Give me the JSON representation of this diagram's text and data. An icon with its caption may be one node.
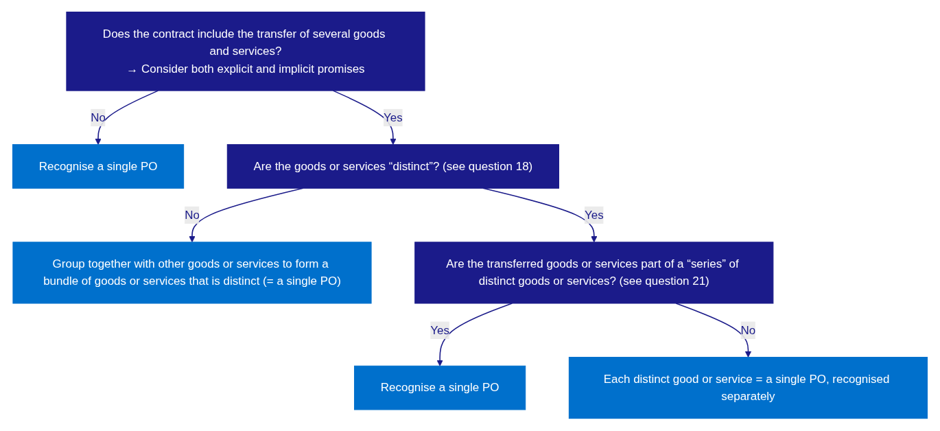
{
  "diagram": {
    "nodes": [
      {
        "text": [
          "Does the contract include the transfer of several goods and services?",
          "→ Consider both explicit and implicit promises"
        ]
      },
      {
        "text": [
          "Recognise a single PO"
        ]
      },
      {
        "text": [
          "Are the goods or services “distinct”? (see question 18)"
        ]
      },
      {
        "text": [
          "Group together with other goods or services to form a bundle of goods or services that is distinct (= a single PO)"
        ]
      },
      {
        "text": [
          "Are the transferred goods or services part of a “series” of distinct goods or services? (see question 21)"
        ]
      },
      {
        "text": [
          "Recognise a single PO"
        ]
      },
      {
        "text": [
          "Each distinct good or service = a single PO, recognised separately"
        ]
      }
    ],
    "edges": [
      {
        "from": 0,
        "to": 1,
        "arrow": "to",
        "label": "No"
      },
      {
        "from": 0,
        "to": 2,
        "arrow": "to",
        "label": "Yes"
      },
      {
        "from": 2,
        "to": 3,
        "arrow": "to",
        "label": "No"
      },
      {
        "from": 2,
        "to": 4,
        "arrow": "to",
        "label": "Yes"
      },
      {
        "from": 4,
        "to": 5,
        "arrow": "to",
        "label": "Yes"
      },
      {
        "from": 4,
        "to": 6,
        "arrow": "to",
        "label": "No"
      }
    ]
  }
}
